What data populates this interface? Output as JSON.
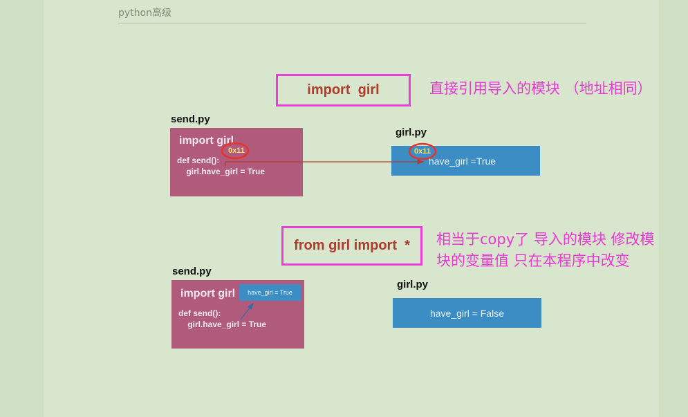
{
  "header": {
    "title": "python高级"
  },
  "section1": {
    "label": "import  girl",
    "note": "直接引用导入的模块 （地址相同）",
    "send": {
      "title": "send.py",
      "import_line": "import girl",
      "code": "def send():\n    girl.have_girl = True",
      "address": "0x11"
    },
    "girl": {
      "title": "girl.py",
      "value": "have_girl =True",
      "address": "0x11"
    }
  },
  "section2": {
    "label": "from girl import  *",
    "note_line1": "相当于copy了 导入的模块 修改模",
    "note_line2": "块的变量值 只在本程序中改变",
    "send": {
      "title": "send.py",
      "import_line": "import girl",
      "code": "def send():\n    girl.have_girl = True",
      "copy_value": "have_girl = True"
    },
    "girl": {
      "title": "girl.py",
      "value": "have_girl = False"
    }
  },
  "colors": {
    "label_border": "#e83fd8",
    "label_text": "#b03a2c",
    "note_text": "#e63ad2",
    "module_box": "#b05a7c",
    "value_box": "#3b8dc3",
    "address_text": "#f3e36b",
    "highlight_ring": "#e8322a"
  }
}
